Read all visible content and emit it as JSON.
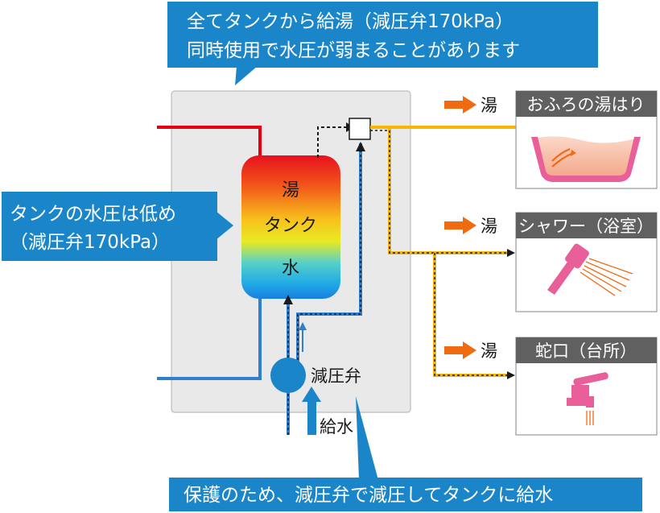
{
  "callouts": {
    "top_line1": "全てタンクから給湯（減圧弁170kPa）",
    "top_line2": "同時使用で水圧が弱まることがあります",
    "left_line1": "タンクの水圧は低め",
    "left_line2": "（減圧弁170kPa）",
    "bottom": "保護のため、減圧弁で減圧してタンクに給水"
  },
  "tank": {
    "hot_label": "湯",
    "name_label": "タンク",
    "water_label": "水"
  },
  "valve_label": "減圧弁",
  "supply_label": "給水",
  "hot_label": "湯",
  "outlets": [
    {
      "title": "おふろの湯はり",
      "icon": "bathtub-icon"
    },
    {
      "title": "シャワー（浴室）",
      "icon": "shower-head-icon"
    },
    {
      "title": "蛇口（台所）",
      "icon": "kitchen-faucet-icon"
    }
  ],
  "colors": {
    "callout_blue": "#1a86c9",
    "hot_pipe": "#e60012",
    "cold_pipe": "#2f7fd0",
    "hot_supply_pipe": "#f7b500",
    "arrow_orange": "#f06a12",
    "outlet_header": "#606060",
    "cabinet": "#e9e9e9",
    "outlet_pink": "#e85f99"
  }
}
